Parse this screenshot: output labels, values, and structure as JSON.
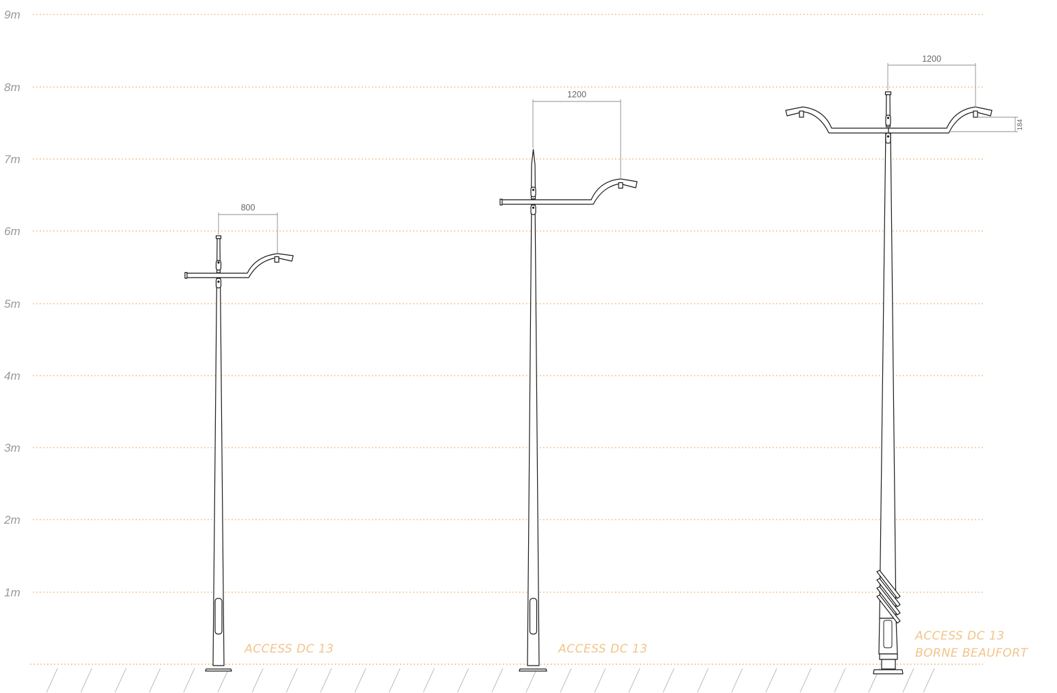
{
  "colors": {
    "grid": "#f0b46a",
    "axis_label": "#999999",
    "product_label": "#f2c48a",
    "line": "#1a1a1a",
    "dimension": "#8c8c8c"
  },
  "axis": {
    "unit": "m",
    "labels": [
      "9m",
      "8m",
      "7m",
      "6m",
      "5m",
      "4m",
      "3m",
      "2m",
      "1m"
    ]
  },
  "poles": [
    {
      "height_m": 5.9,
      "arm_height_m": 5.4,
      "dimension_label": "800",
      "label_lines": [
        "ACCESS DC 13"
      ]
    },
    {
      "height_m": 7.1,
      "arm_height_m": 6.4,
      "dimension_label": "1200",
      "label_lines": [
        "ACCESS DC 13"
      ]
    },
    {
      "height_m": 7.9,
      "arm_height_m": 7.4,
      "dimension_label": "1200",
      "vertical_dimension_label": "184",
      "label_lines": [
        "ACCESS DC 13",
        "BORNE BEAUFORT"
      ]
    }
  ]
}
